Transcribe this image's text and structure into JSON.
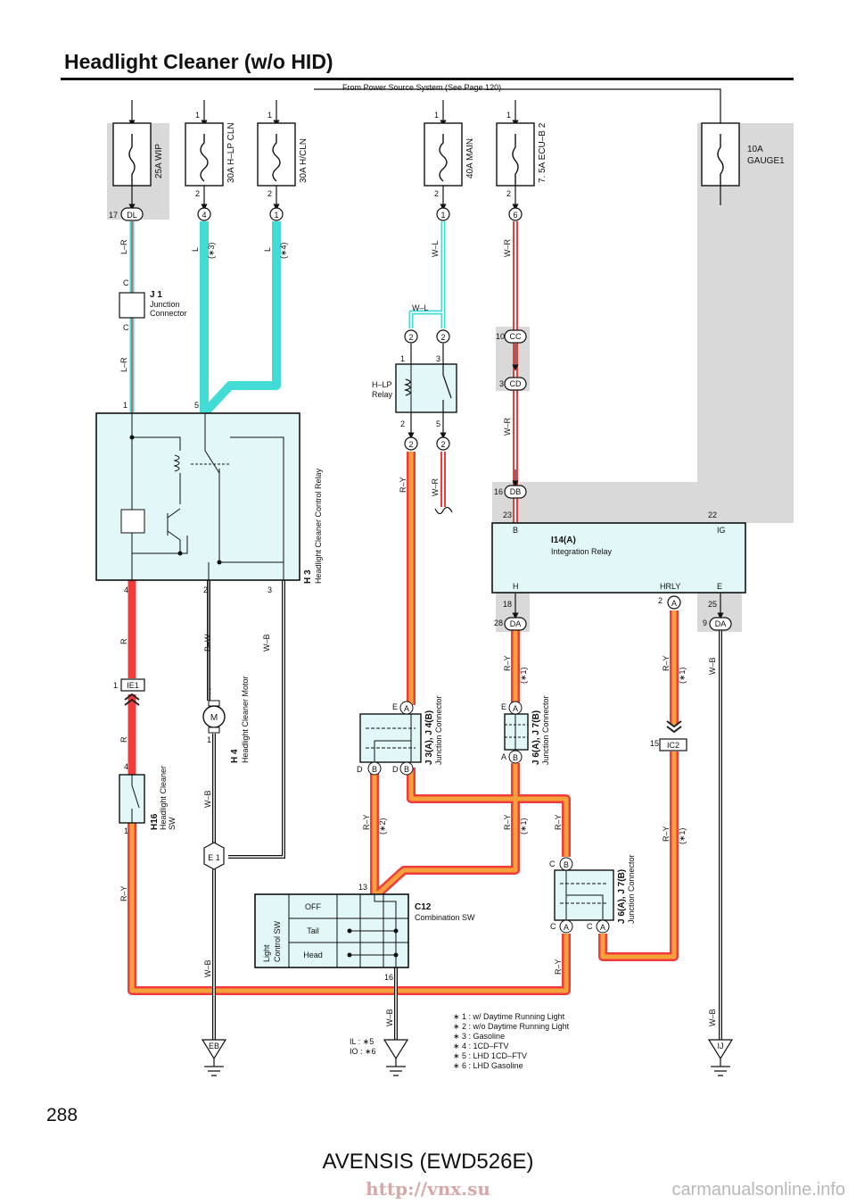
{
  "title": "Headlight Cleaner (w/o HID)",
  "page_number": "288",
  "model": "AVENSIS (EWD526E)",
  "watermark": "http://vnx.su",
  "source_site": "carmanualsonline.info",
  "power_source": "From Power Source System (See Page 120)",
  "fuses": [
    {
      "name": "25A WIP"
    },
    {
      "name": "30A H–LP CLN"
    },
    {
      "name": "30A H/CLN"
    },
    {
      "name": "40A MAIN"
    },
    {
      "name": "7. 5A ECU–B 2"
    },
    {
      "name": "10A"
    },
    {
      "name": "GAUGE1"
    }
  ],
  "connectors": {
    "dl": "DL",
    "n4": "4",
    "n1": "1",
    "n1b": "1",
    "n6": "6",
    "cc": "CC",
    "cd": "CD",
    "db": "DB",
    "da": "DA",
    "da2": "DA",
    "a": "A",
    "ie1": "IE1",
    "ic2": "IC2",
    "e1": "E 1",
    "eb": "EB",
    "ij": "IJ",
    "two1": "2",
    "two2": "2",
    "two3": "2",
    "two4": "2"
  },
  "wire_colors": {
    "lr": "L–R",
    "l": "L",
    "wl": "W–L",
    "wr": "W–R",
    "ry": "R–Y",
    "r": "R",
    "bw": "B–W",
    "wb": "W–B"
  },
  "notes_inline": {
    "s1": "(∗1)",
    "s2": "(∗2)",
    "s3": "(∗3)",
    "s4": "(∗4)",
    "ilio1": "IL : ∗5",
    "ilio2": "IO : ∗6"
  },
  "components": {
    "j1": {
      "code": "J 1",
      "name1": "Junction",
      "name2": "Connector"
    },
    "hlp": {
      "name1": "H–LP",
      "name2": "Relay"
    },
    "h3": {
      "code": "H 3",
      "name": "Headlight Cleaner Control Relay"
    },
    "i14": {
      "code": "I14(A)",
      "name": "Integration Relay",
      "t_b": "B",
      "t_ig": "IG",
      "t_h": "H",
      "t_hrly": "HRLY",
      "t_e": "E"
    },
    "h4": {
      "code": "H 4",
      "name": "Headlight Cleaner Motor"
    },
    "h16": {
      "code": "H16",
      "name1": "Headlight Cleaner",
      "name2": "SW"
    },
    "j3": {
      "code": "J 3(A), J 4(B)",
      "name": "Junction Connector"
    },
    "j6": {
      "code": "J 6(A), J 7(B)",
      "name": "Junction Connector"
    },
    "j6b": {
      "code": "J 6(A), J 7(B)",
      "name": "Junction Connector"
    },
    "c12": {
      "code": "C12",
      "name": "Combination SW",
      "sw1": "Light",
      "sw2": "Control SW",
      "off": "OFF",
      "tail": "Tail",
      "head": "Head"
    }
  },
  "motor_label": "M",
  "legend": [
    "∗ 1 : w/ Daytime Running Light",
    "∗ 2 : w/o Daytime Running Light",
    "∗ 3 : Gasoline",
    "∗ 4 : 1CD–FTV",
    "∗ 5 : LHD 1CD–FTV",
    "∗ 6 : LHD Gasoline"
  ],
  "colors": {
    "cyan": "#41dcd6",
    "red": "#f23b3b",
    "orange": "#f4a23a",
    "grey_bg": "#d9d9d9",
    "box_bg": "#e2f7f7"
  }
}
